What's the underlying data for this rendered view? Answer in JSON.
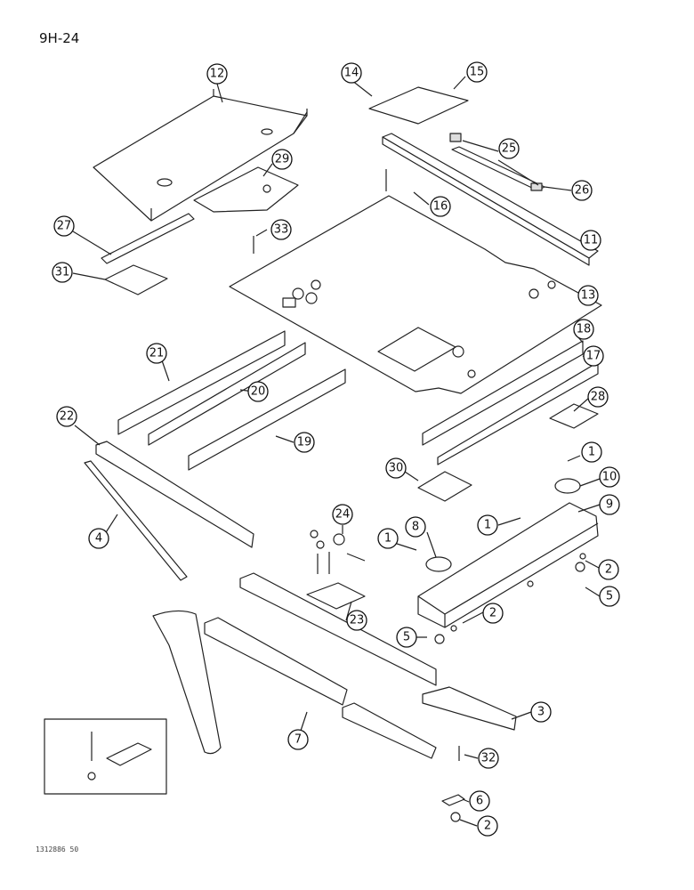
{
  "page_code": "9H-24",
  "image_code": "1312886 50",
  "callouts": [
    {
      "id": "c12a",
      "label": "12"
    },
    {
      "id": "c14",
      "label": "14"
    },
    {
      "id": "c15",
      "label": "15"
    },
    {
      "id": "c25",
      "label": "25"
    },
    {
      "id": "c29",
      "label": "29"
    },
    {
      "id": "c26",
      "label": "26"
    },
    {
      "id": "c16",
      "label": "16"
    },
    {
      "id": "c27",
      "label": "27"
    },
    {
      "id": "c33",
      "label": "33"
    },
    {
      "id": "c11",
      "label": "11"
    },
    {
      "id": "c31",
      "label": "31"
    },
    {
      "id": "c13",
      "label": "13"
    },
    {
      "id": "c21",
      "label": "21"
    },
    {
      "id": "c18",
      "label": "18"
    },
    {
      "id": "c20",
      "label": "20"
    },
    {
      "id": "c17",
      "label": "17"
    },
    {
      "id": "c22",
      "label": "22"
    },
    {
      "id": "c19",
      "label": "19"
    },
    {
      "id": "c28",
      "label": "28"
    },
    {
      "id": "c1a",
      "label": "1"
    },
    {
      "id": "c30",
      "label": "30"
    },
    {
      "id": "c10",
      "label": "10"
    },
    {
      "id": "c24",
      "label": "24"
    },
    {
      "id": "c9",
      "label": "9"
    },
    {
      "id": "c4",
      "label": "4"
    },
    {
      "id": "c1b",
      "label": "1"
    },
    {
      "id": "c8",
      "label": "8"
    },
    {
      "id": "c1c",
      "label": "1"
    },
    {
      "id": "c2a",
      "label": "2"
    },
    {
      "id": "c5a",
      "label": "5"
    },
    {
      "id": "c23",
      "label": "23"
    },
    {
      "id": "c2b",
      "label": "2"
    },
    {
      "id": "c5b",
      "label": "5"
    },
    {
      "id": "c3",
      "label": "3"
    },
    {
      "id": "c7",
      "label": "7"
    },
    {
      "id": "c32",
      "label": "32"
    },
    {
      "id": "c6",
      "label": "6"
    },
    {
      "id": "c2c",
      "label": "2"
    }
  ]
}
